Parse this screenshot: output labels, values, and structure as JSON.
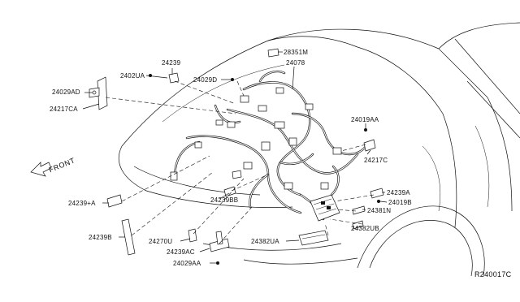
{
  "diagram": {
    "reference_code": "R240017C",
    "direction_label": "FRONT",
    "callouts": [
      {
        "id": "c1",
        "text": "28351M"
      },
      {
        "id": "c2",
        "text": "24078"
      },
      {
        "id": "c3",
        "text": "24239"
      },
      {
        "id": "c4",
        "text": "2402UA"
      },
      {
        "id": "c5",
        "text": "24029D"
      },
      {
        "id": "c6",
        "text": "24029AD"
      },
      {
        "id": "c7",
        "text": "24217CA"
      },
      {
        "id": "c8",
        "text": "24019AA"
      },
      {
        "id": "c9",
        "text": "24217C"
      },
      {
        "id": "c10",
        "text": "24239A"
      },
      {
        "id": "c11",
        "text": "24019B"
      },
      {
        "id": "c12",
        "text": "24381N"
      },
      {
        "id": "c13",
        "text": "24382UB"
      },
      {
        "id": "c14",
        "text": "24382UA"
      },
      {
        "id": "c15",
        "text": "24239+A"
      },
      {
        "id": "c16",
        "text": "24239BB"
      },
      {
        "id": "c17",
        "text": "24239B"
      },
      {
        "id": "c18",
        "text": "24270U"
      },
      {
        "id": "c19",
        "text": "24239AC"
      },
      {
        "id": "c20",
        "text": "24029AA"
      }
    ]
  }
}
